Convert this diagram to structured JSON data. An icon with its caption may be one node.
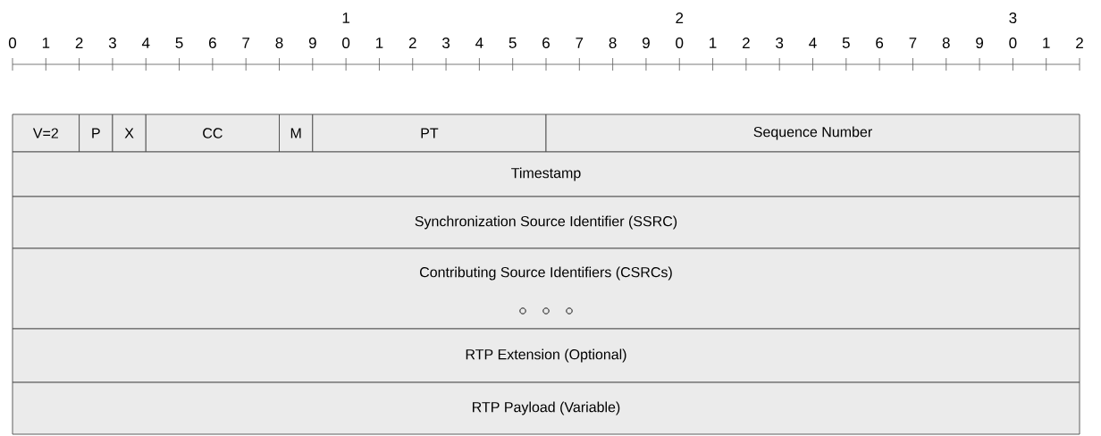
{
  "diagram": {
    "nodes": [
      {
        "text": [
          "V=2"
        ]
      },
      {
        "text": [
          "P"
        ]
      },
      {
        "text": [
          "X"
        ]
      },
      {
        "text": [
          "CC"
        ]
      },
      {
        "text": [
          "M"
        ]
      },
      {
        "text": [
          "PT"
        ]
      },
      {
        "text": [
          "Sequence Number"
        ]
      },
      {
        "text": [
          "Timestamp"
        ]
      },
      {
        "text": [
          "Synchronization Source Identifier (SSRC)"
        ]
      },
      {
        "text": [
          "Contributing Source Identifiers (CSRCs)"
        ]
      },
      {
        "text": [
          "RTP Extension (Optional)"
        ]
      },
      {
        "text": [
          "RTP Payload (Variable)"
        ]
      }
    ],
    "labels": [
      "1",
      "2",
      "3",
      "0",
      "1",
      "2",
      "3",
      "4",
      "5",
      "6",
      "7",
      "8",
      "9",
      "0",
      "1",
      "2",
      "3",
      "4",
      "5",
      "6",
      "7",
      "8",
      "9",
      "0",
      "1",
      "2",
      "3",
      "4",
      "5",
      "6",
      "7",
      "8",
      "9",
      "0",
      "1",
      "2"
    ]
  }
}
